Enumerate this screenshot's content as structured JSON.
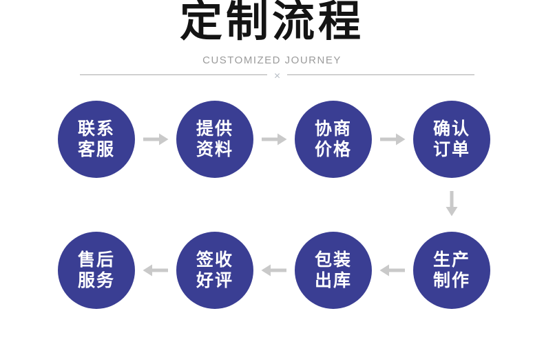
{
  "header": {
    "title": "定制流程",
    "subtitle": "CUSTOMIZED JOURNEY",
    "divider_symbol": "×"
  },
  "colors": {
    "circle": "#3a3e93",
    "arrow": "#c9c9c9",
    "title": "#141414",
    "subtitle": "#9b9b9b",
    "divider_line": "#aaaaaa",
    "divider_x": "#b7bdc5"
  },
  "flow": {
    "top_row": [
      {
        "lines": [
          "联系",
          "客服"
        ]
      },
      {
        "lines": [
          "提供",
          "资料"
        ]
      },
      {
        "lines": [
          "协商",
          "价格"
        ]
      },
      {
        "lines": [
          "确认",
          "订单"
        ]
      }
    ],
    "bottom_row": [
      {
        "lines": [
          "售后",
          "服务"
        ]
      },
      {
        "lines": [
          "签收",
          "好评"
        ]
      },
      {
        "lines": [
          "包装",
          "出库"
        ]
      },
      {
        "lines": [
          "生产",
          "制作"
        ]
      }
    ]
  }
}
